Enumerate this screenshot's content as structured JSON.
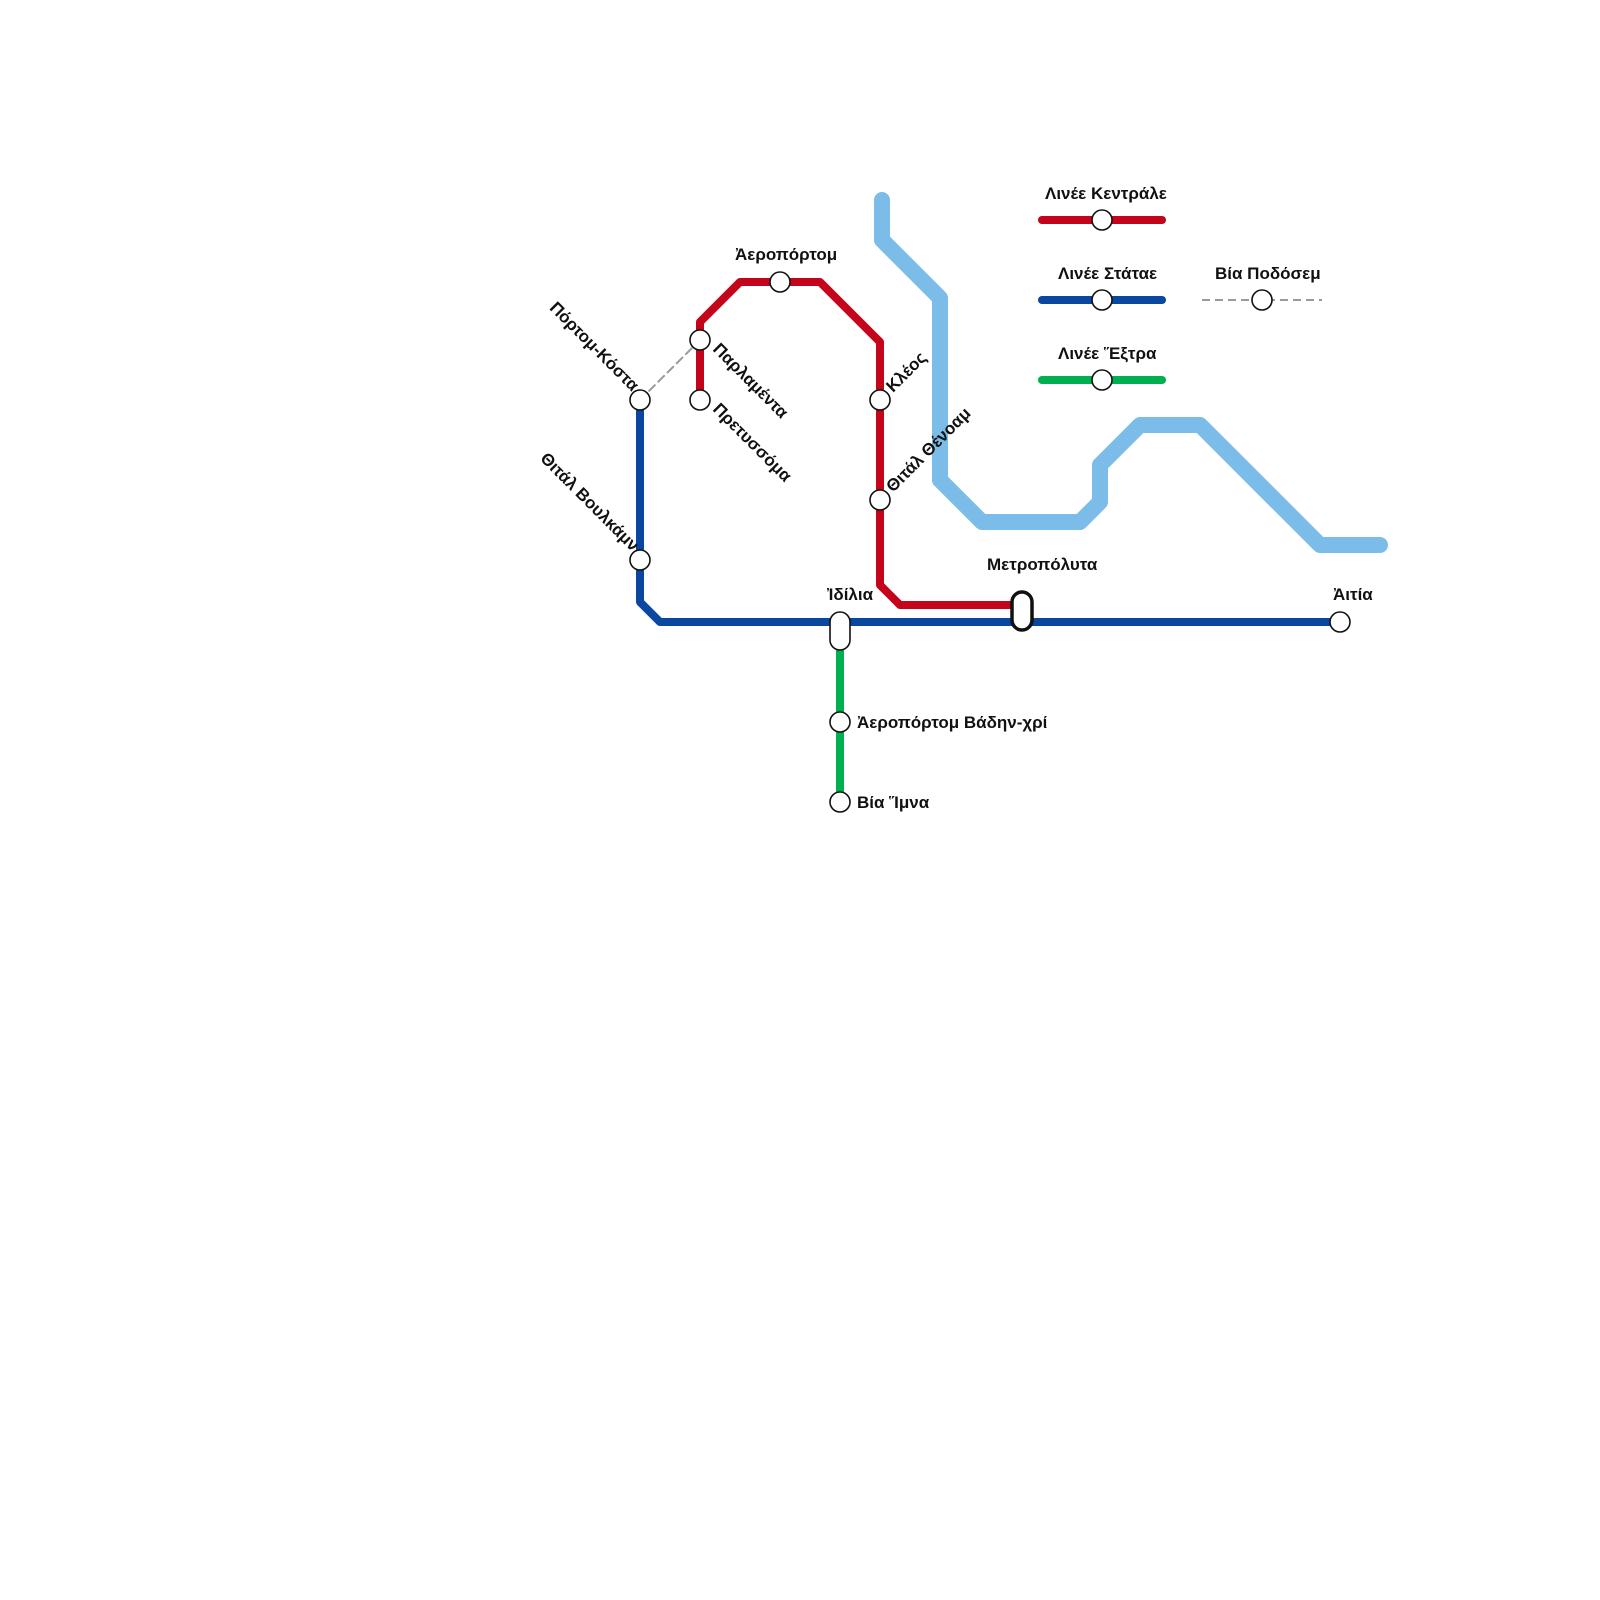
{
  "colors": {
    "central": "#c4041a",
    "state": "#0a47a0",
    "extra": "#00b050",
    "river": "#7bbde8",
    "walkway": "#9a9a9a"
  },
  "legend": {
    "central": "Λινέε Κεντράλε",
    "state": "Λινέε Στάταε",
    "extra": "Λινέε Ἕξτρα",
    "walk": "Βία Ποδόσεμ"
  },
  "stations": {
    "porto_costa": "Πόρτομ-Κόστα",
    "vital_vulcan": "Θιτάλ Βουλκάμν",
    "parlamenta": "Παρλαμέντα",
    "pretussoma": "Πρετυσσόμα",
    "airport": "Ἀεροπόρτομ",
    "kleos": "Κλέος",
    "vital_thenam": "Θιτάλ Θένοαμ",
    "idilia": "Ἰδίλια",
    "metropoluta": "Μετροπόλυτα",
    "aitia": "Ἀιτία",
    "airport_badhn": "Ἀεροπόρτομ Βάδην-χρί",
    "via_imna": "Βία Ἵμνα"
  }
}
